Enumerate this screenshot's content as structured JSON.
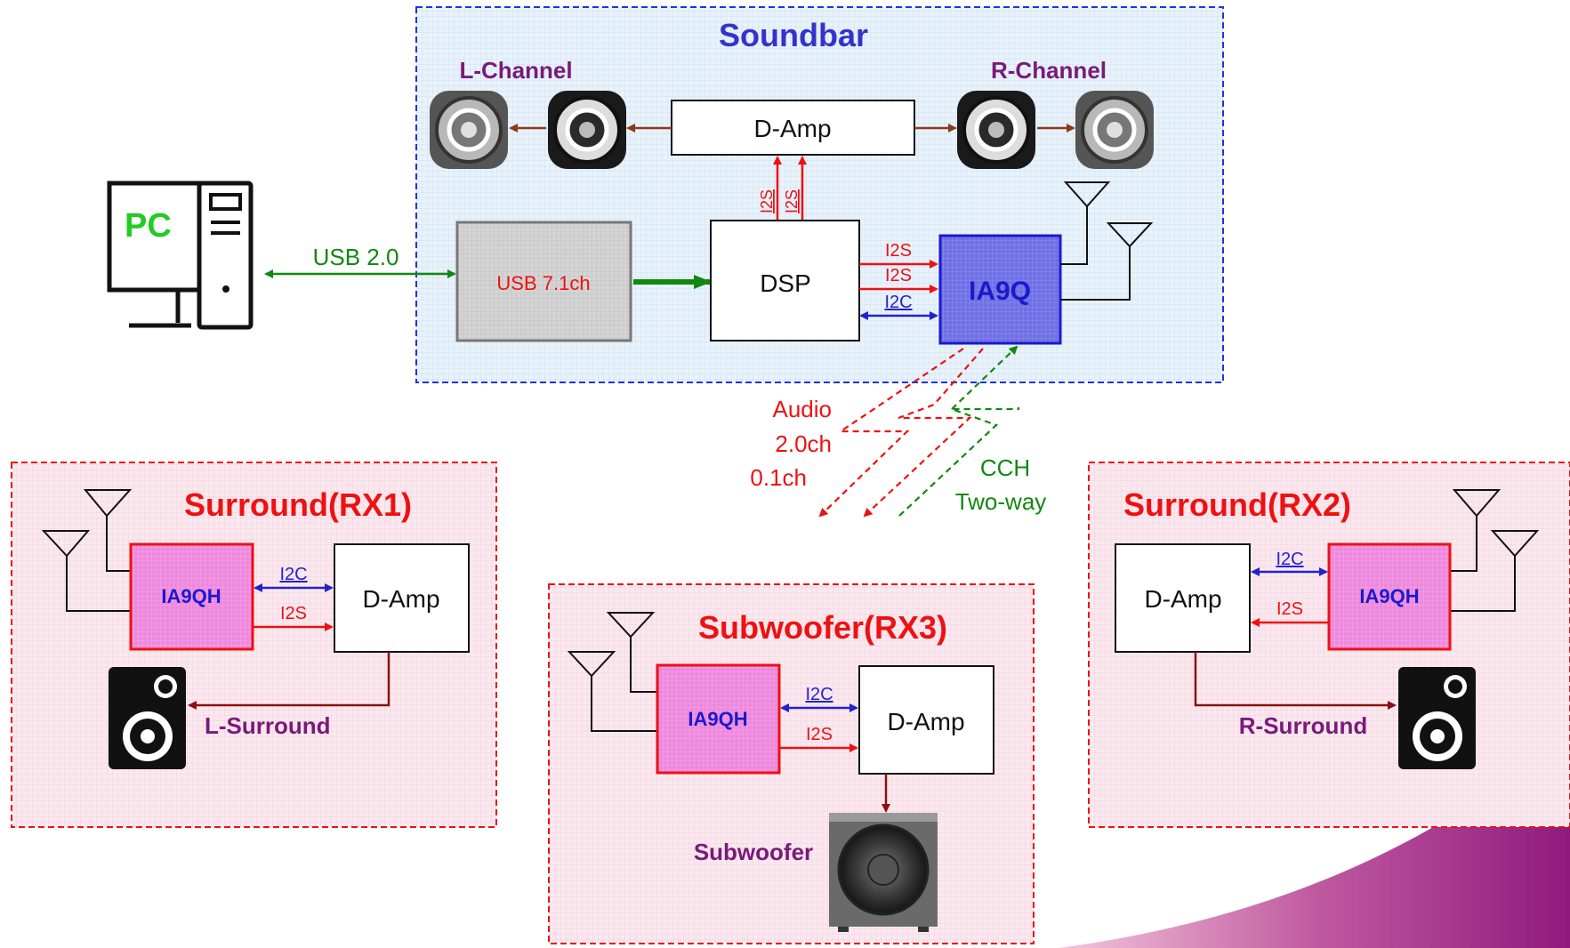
{
  "soundbar": {
    "title": "Soundbar",
    "l_channel": "L-Channel",
    "r_channel": "R-Channel",
    "d_amp": "D-Amp",
    "usb_block": "USB 7.1ch",
    "dsp": "DSP",
    "ia9q": "IA9Q",
    "i2s_up_1": "I2S",
    "i2s_up_2": "I2S",
    "i2s_1": "I2S",
    "i2s_2": "I2S",
    "i2c": "I2C"
  },
  "pc": {
    "label": "PC",
    "link": "USB 2.0"
  },
  "wireless": {
    "audio": "Audio",
    "ch20": "2.0ch",
    "ch01": "0.1ch",
    "cch": "CCH",
    "two_way": "Two-way"
  },
  "rx1": {
    "title": "Surround(RX1)",
    "chip": "IA9QH",
    "amp": "D-Amp",
    "i2c": "I2C",
    "i2s": "I2S",
    "speaker_label": "L-Surround"
  },
  "rx2": {
    "title": "Surround(RX2)",
    "chip": "IA9QH",
    "amp": "D-Amp",
    "i2c": "I2C",
    "i2s": "I2S",
    "speaker_label": "R-Surround"
  },
  "rx3": {
    "title": "Subwoofer(RX3)",
    "chip": "IA9QH",
    "amp": "D-Amp",
    "i2c": "I2C",
    "i2s": "I2S",
    "speaker_label": "Subwoofer"
  },
  "colors": {
    "title_blue": "#3333cc",
    "title_red": "#ee1111",
    "label_purple": "#7a1a7a",
    "green": "#118811",
    "red": "#ee1111",
    "blue": "#2222cc",
    "brown": "#8b3a1a"
  }
}
